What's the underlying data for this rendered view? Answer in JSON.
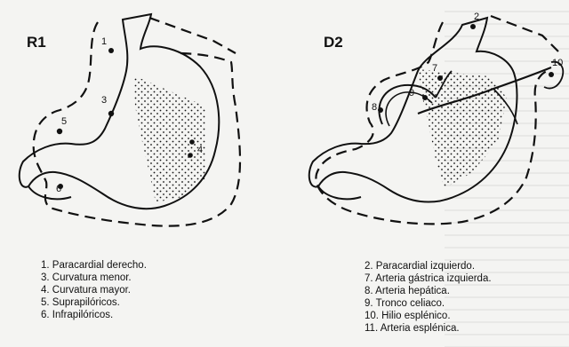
{
  "panels": [
    {
      "title": "R1",
      "numbers": [
        "1",
        "3",
        "5",
        "6",
        "4"
      ],
      "legend": [
        "1. Paracardial derecho.",
        "3. Curvatura menor.",
        "4. Curvatura mayor.",
        "5. Suprapilóricos.",
        "6. Infrapilóricos."
      ]
    },
    {
      "title": "D2",
      "numbers": [
        "2",
        "7",
        "9",
        "8",
        "10"
      ],
      "legend": [
        "2. Paracardial izquierdo.",
        "7. Arteria gástrica izquierda.",
        "8. Arteria hepática.",
        "9. Tronco celiaco.",
        "10. Hilio esplénico.",
        "11. Arteria esplénica."
      ]
    }
  ]
}
